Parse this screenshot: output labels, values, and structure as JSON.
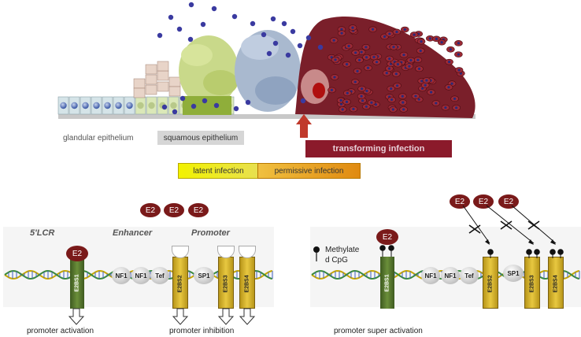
{
  "tissue": {
    "glandular_label": "glandular epithelium",
    "squamous_label": "squamous epithelium",
    "transforming_label": "transforming infection"
  },
  "infection_bar": {
    "latent_label": "latent  infection",
    "permissive_label": "permissive infection"
  },
  "e2_label": "E2",
  "left_panel": {
    "region_labels": [
      "5'LCR",
      "Enhancer",
      "Promoter"
    ],
    "factors": [
      "NF1",
      "NF1",
      "Tef",
      "SP1"
    ],
    "sites": [
      "E2BS1",
      "E2BS2",
      "E2BS3",
      "E2BS4"
    ],
    "outcome_activation": "promoter activation",
    "outcome_inhibition": "promoter inhibition"
  },
  "right_panel": {
    "legend_label_line1": "Methylate",
    "legend_label_line2": "d CpG",
    "factors": [
      "NF1",
      "NF1",
      "Tef",
      "SP1"
    ],
    "sites": [
      "E2BS1",
      "E2BS2",
      "E2BS3",
      "E2BS4"
    ],
    "outcome": "promoter super activation"
  },
  "colors": {
    "e2": "#7a1a1a",
    "site_green": "#4e6b2a",
    "site_yellow": "#d6b52a",
    "factor_gray": "#d9d9d9",
    "transform_red": "#8b1a2b",
    "latent_yellow": "#f2f200",
    "permissive_orange": "#e8a020",
    "virion_blue": "#3a3aa0"
  }
}
